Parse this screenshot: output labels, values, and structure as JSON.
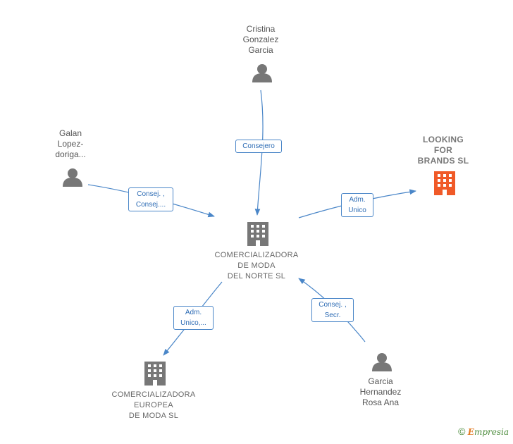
{
  "nodes": {
    "cristina": {
      "label": "Cristina\nGonzalez\nGarcia",
      "type": "person"
    },
    "galan": {
      "label": "Galan\nLopez-\ndoriga...",
      "type": "person"
    },
    "looking": {
      "label": "LOOKING\nFOR\nBRANDS  SL",
      "type": "company-highlight"
    },
    "norte": {
      "label": "COMERCIALIZADORA\nDE MODA\nDEL NORTE SL",
      "type": "company"
    },
    "europea": {
      "label": "COMERCIALIZADORA\nEUROPEA\nDE MODA  SL",
      "type": "company"
    },
    "garcia": {
      "label": "Garcia\nHernandez\nRosa Ana",
      "type": "person"
    }
  },
  "edges": {
    "consejero": {
      "label": "Consejero"
    },
    "consej_galan": {
      "label": "Consej. ,\nConsej...."
    },
    "adm_unico": {
      "label": "Adm.\nUnico"
    },
    "adm_unico_europea": {
      "label": "Adm.\nUnico,..."
    },
    "consej_secr": {
      "label": "Consej. ,\nSecr."
    }
  },
  "footer": {
    "copyright": "©",
    "brand_first": "E",
    "brand_rest": "mpresia"
  },
  "colors": {
    "edge": "#4a86c8",
    "person_icon": "#777777",
    "company_icon": "#777777",
    "highlight_icon": "#f05a28"
  }
}
